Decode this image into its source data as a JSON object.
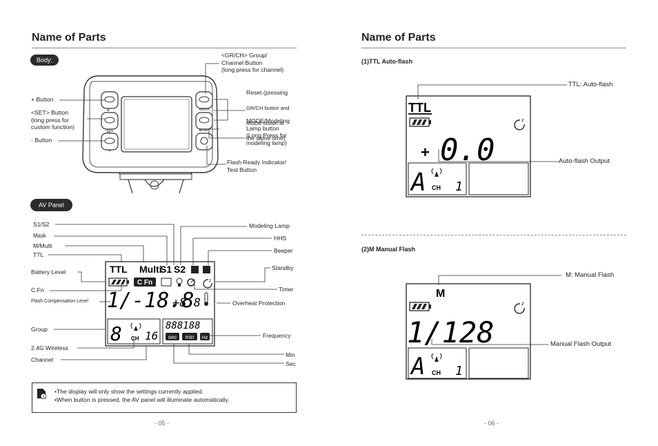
{
  "left": {
    "title": "Name of Parts",
    "body_badge": "Body:",
    "body_labels": {
      "plus": "+ Button",
      "set": "<SET> Button\n (long press for\ncustom function)",
      "minus": "- Button",
      "gr_ch": "<GR/CH> Group/\nChannel Button\n(long press for channel)",
      "mode": "MODE/Modeling\nLamp button\n(Long Press for\nmodeling lamp)",
      "flash_ready": "Flash Ready Indicator/\nTest Button"
    },
    "reset_line1": "Reset (pressing",
    "reset_line2": "GR/CH button and",
    "reset_line3": "MODE button at",
    "reset_line4": "the same time)",
    "device_button_labels": {
      "set": "SET",
      "gr_ch": "GR/CH",
      "mode": "MODE/"
    },
    "av_badge": "AV Panel",
    "av_labels": {
      "s1s2": "S1/S2",
      "mask": "Mask",
      "m_multi": "M/Multi",
      "ttl": "TTL",
      "battery": "Battery Level",
      "cfn": "C.Fn",
      "flash_comp": "Flash Compensation Level",
      "group": "Group",
      "wireless": "2.4G Wireless",
      "channel": "Channel",
      "modeling_lamp": "Modeling Lamp",
      "hhs": "HHS",
      "beeper": "Beeper",
      "standby": "Standby",
      "timer": "Timer",
      "overheat": "Overheat Protection",
      "frequency": "Frequency",
      "min": "Min",
      "sec": "Sec"
    },
    "lcd": {
      "ttl": "TTL",
      "multi": "Multi",
      "s1": "S1",
      "s2": "S2",
      "cfn": "C Fn",
      "power": "1/-18.8",
      "comp": "+8.8",
      "group": "8",
      "ch": "CH",
      "channel": "16",
      "freq_digits": "888188",
      "sec": "sec",
      "min": "min",
      "hz": "Hz"
    },
    "note_line1": "•The display will only show the settings currently applied.",
    "note_line2": "•When button is pressed, the AV panel will illuminate automatically.",
    "page": "- 05 -"
  },
  "right": {
    "title": "Name of Parts",
    "ttl_heading": "(1)TTL Auto-flash",
    "ttl_label": "TTL: Auto-flash",
    "ttl_output_label": "Auto-flash Output",
    "ttl_lcd": {
      "mode": "TTL",
      "sign": "+",
      "value": "0.0",
      "group": "A",
      "ch": "CH",
      "channel": "1"
    },
    "m_heading": "(2)M Manual Flash",
    "m_label": "M: Manual Flash",
    "m_output_label": "Manual Flash Output",
    "m_lcd": {
      "mode": "M",
      "value": "1/128",
      "group": "A",
      "ch": "CH",
      "channel": "1"
    },
    "page": "- 06 -"
  },
  "icons": [
    "battery-icon",
    "standby-icon",
    "wireless-icon",
    "thermometer-icon",
    "info-icon",
    "bulb-icon",
    "timer-icon"
  ]
}
